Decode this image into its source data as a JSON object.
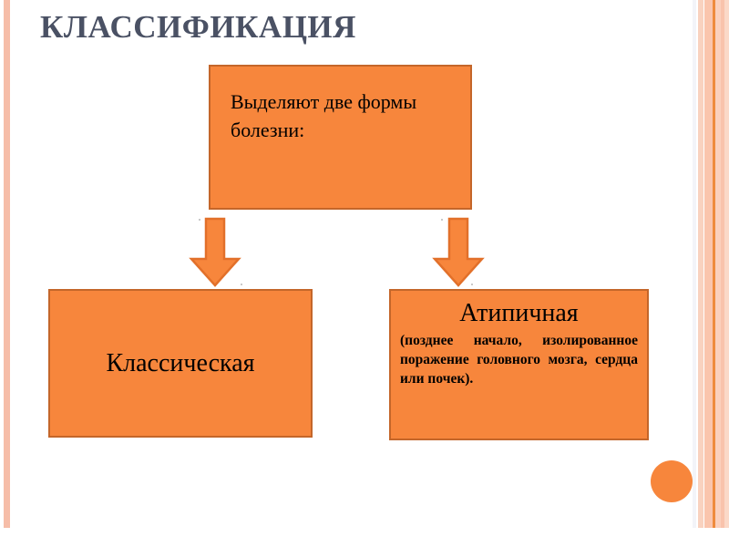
{
  "slide": {
    "title": "КЛАССИФИКАЦИЯ",
    "background_color": "#ffffff",
    "title_color": "#4a5164",
    "accent_color": "#F7863C",
    "box_border_color": "#c4662a",
    "stripe_colors": [
      "#f6bda8",
      "#f3f4f8",
      "#f9d2bf",
      "#fac5ad",
      "#ef8b3d",
      "#fbd0bd",
      "#f9c3ac",
      "#fbd9c8"
    ]
  },
  "diagram": {
    "root_box": {
      "text": "Выделяют две формы болезни:"
    },
    "branches": [
      {
        "arrow_name": "arrow-to-classic",
        "heading": "Классическая",
        "body": ""
      },
      {
        "arrow_name": "arrow-to-atypical",
        "heading": "Атипичная",
        "body": "(позднее начало, изолированное поражение головного мозга, сердца или почек)."
      }
    ]
  },
  "decoration": {
    "circle_label": "orange-circle"
  }
}
